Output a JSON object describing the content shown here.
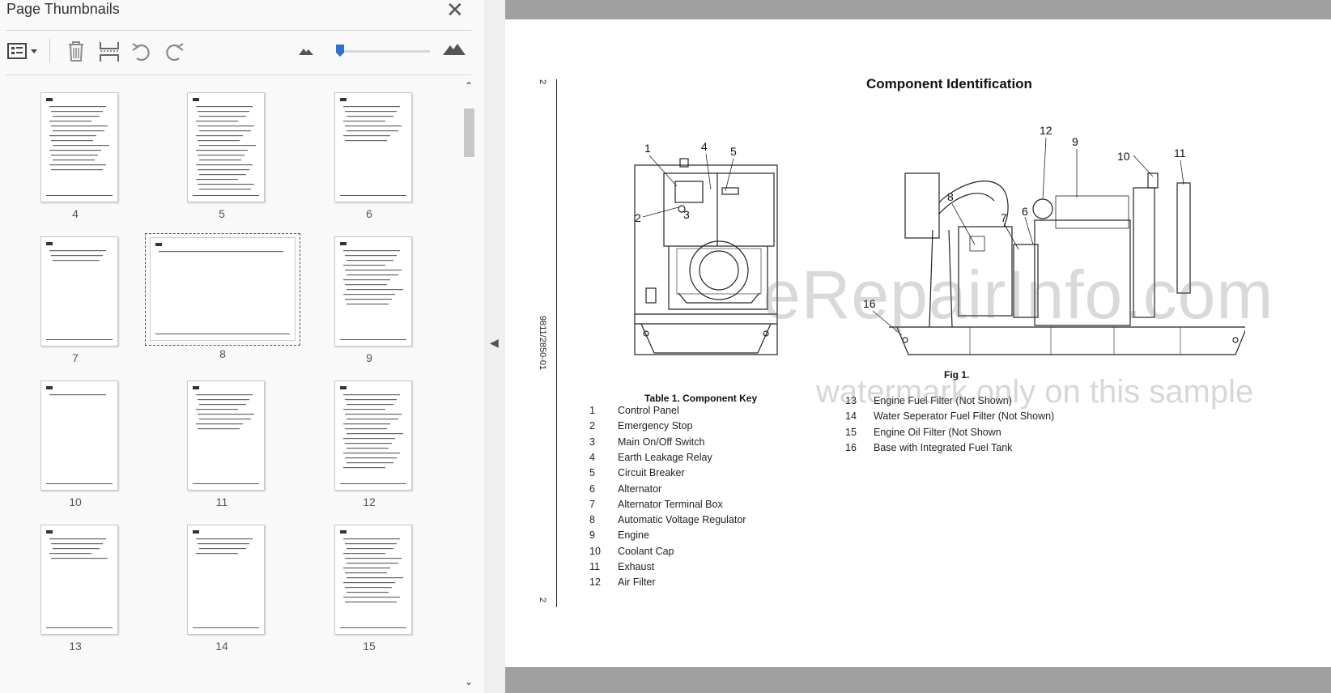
{
  "panel": {
    "title": "Page Thumbnails",
    "close_label": "✕"
  },
  "toolbar": {
    "items": [
      {
        "name": "thumbnail-options-icon"
      },
      {
        "name": "delete-page-icon"
      },
      {
        "name": "insert-page-icon"
      },
      {
        "name": "rotate-counterclockwise-icon"
      },
      {
        "name": "rotate-clockwise-icon"
      },
      {
        "name": "zoom-out-thumbnails-icon"
      },
      {
        "name": "zoom-in-thumbnails-icon"
      }
    ],
    "thumbnail_size_level": 0.05
  },
  "thumbnails": [
    {
      "label": "4"
    },
    {
      "label": "5"
    },
    {
      "label": "6"
    },
    {
      "label": "7"
    },
    {
      "label": "8",
      "selected": true
    },
    {
      "label": "9"
    },
    {
      "label": "10"
    },
    {
      "label": "11"
    },
    {
      "label": "12"
    },
    {
      "label": "13"
    },
    {
      "label": "14"
    },
    {
      "label": "15"
    }
  ],
  "document": {
    "margin_top": "2",
    "margin_mid": "9811/2850-01",
    "margin_bottom": "2",
    "title": "Component Identification",
    "fig_caption": "Fig 1.",
    "table_title": "Table 1. Component Key",
    "callouts": [
      "1",
      "2",
      "3",
      "4",
      "5",
      "6",
      "7",
      "8",
      "9",
      "10",
      "11",
      "12",
      "16"
    ],
    "key_left": [
      {
        "num": "1",
        "text": "Control Panel"
      },
      {
        "num": "2",
        "text": "Emergency Stop"
      },
      {
        "num": "3",
        "text": "Main On/Off Switch"
      },
      {
        "num": "4",
        "text": "Earth Leakage Relay"
      },
      {
        "num": "5",
        "text": "Circuit Breaker"
      },
      {
        "num": "6",
        "text": "Alternator"
      },
      {
        "num": "7",
        "text": "Alternator Terminal Box"
      },
      {
        "num": "8",
        "text": "Automatic Voltage Regulator"
      },
      {
        "num": "9",
        "text": "Engine"
      },
      {
        "num": "10",
        "text": "Coolant Cap"
      },
      {
        "num": "11",
        "text": "Exhaust"
      },
      {
        "num": "12",
        "text": "Air Filter"
      }
    ],
    "key_right": [
      {
        "num": "13",
        "text": "Engine Fuel Filter (Not Shown)"
      },
      {
        "num": "14",
        "text": "Water Seperator Fuel Filter (Not Shown)"
      },
      {
        "num": "15",
        "text": "Engine Oil Filter (Not Shown"
      },
      {
        "num": "16",
        "text": "Base with Integrated Fuel Tank"
      }
    ]
  },
  "watermark": {
    "line1": "eRepairInfo.com",
    "line2": "watermark only on this sample"
  }
}
